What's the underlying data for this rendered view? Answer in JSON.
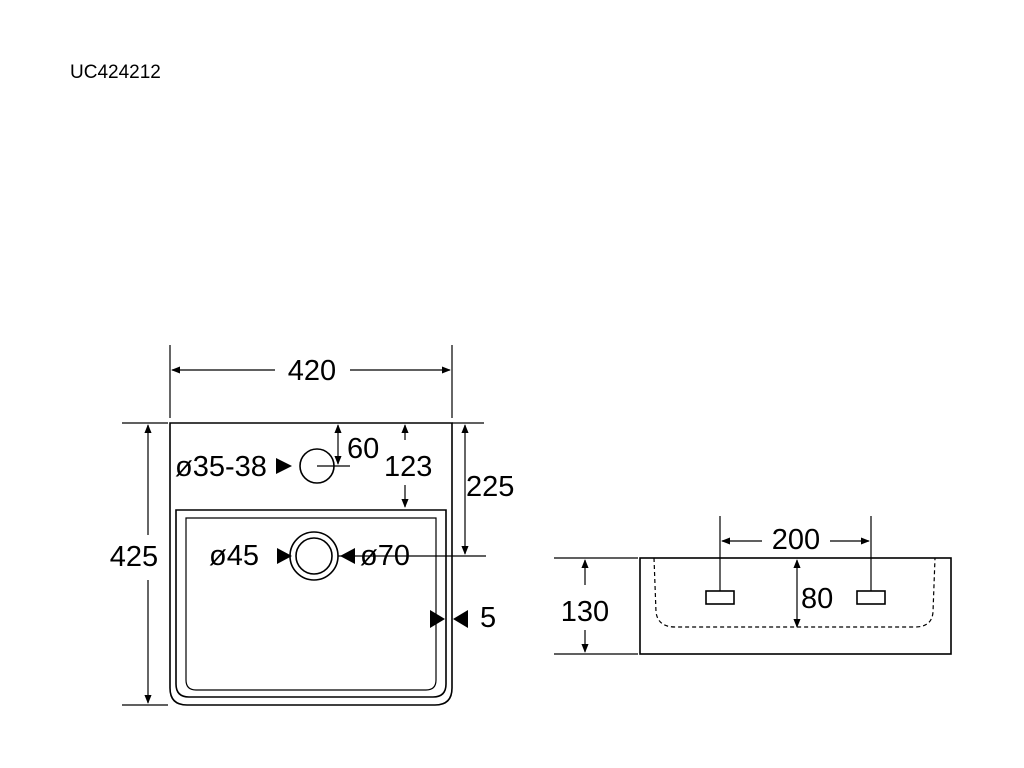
{
  "model": "UC424212",
  "top_view": {
    "width": "420",
    "height": "425",
    "tap_hole_diameter": "ø35-38",
    "tap_hole_offset": "60",
    "bowl_offset": "123",
    "drain_offset": "225",
    "drain_diameter": "ø45",
    "drain_outer_diameter": "ø70",
    "wall_thickness": "5"
  },
  "side_view": {
    "mount_spacing": "200",
    "depth": "130",
    "mount_height": "80"
  }
}
